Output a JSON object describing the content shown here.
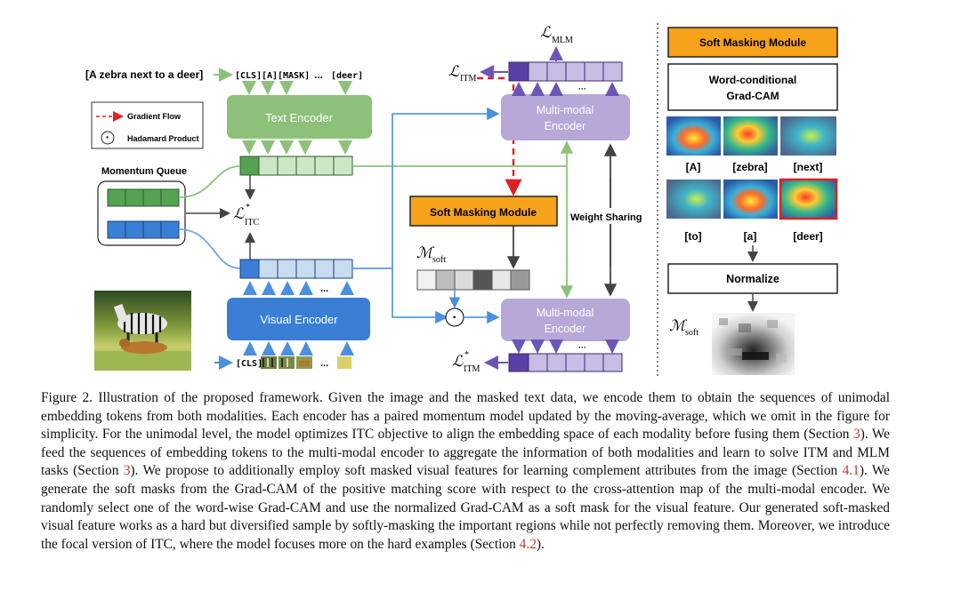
{
  "figure": {
    "input_text": "[A zebra next to a deer]",
    "text_tokens": [
      "[CLS]",
      "[A]",
      "[MASK]",
      "...",
      "[deer]"
    ],
    "text_encoder": "Text Encoder",
    "visual_encoder": "Visual Encoder",
    "legend": {
      "gradient_flow": "Gradient Flow",
      "hadamard_product": "Hadamard Product",
      "hadamard_symbol": "·"
    },
    "momentum_queue": "Momentum Queue",
    "loss_itc": {
      "base": "ℒ",
      "sup": "*",
      "sub": "ITC"
    },
    "loss_itm": {
      "base": "ℒ",
      "sub": "ITM"
    },
    "loss_itm_star": {
      "base": "ℒ",
      "sup": "*",
      "sub": "ITM"
    },
    "loss_mlm": {
      "base": "ℒ",
      "sub": "MLM"
    },
    "multimodal_encoder": [
      "Multi-modal",
      "Encoder"
    ],
    "soft_masking_module": "Soft Masking Module",
    "weight_sharing": "Weight Sharing",
    "m_soft": {
      "base": "ℳ",
      "sub": "soft"
    },
    "visual_cls": "[CLS]",
    "ellipsis": "...",
    "ellipsis_dots": "···",
    "hadamard_symbol_small": "·",
    "side_panel": {
      "title": "Soft Masking Module",
      "gradcam_title": [
        "Word-conditional",
        "Grad-CAM"
      ],
      "words_row1": [
        "[A]",
        "[zebra]",
        "[next]"
      ],
      "words_row2": [
        "[to]",
        "[a]",
        "[deer]"
      ],
      "normalize": "Normalize",
      "m_soft": {
        "base": "ℳ",
        "sub": "soft"
      }
    },
    "colors": {
      "green": "#8dc17b",
      "dark_green": "#56a152",
      "blue": "#3a7fd5",
      "light_blue": "#c8dcf0",
      "purple": "#b7a8d8",
      "dark_purple": "#5a3fa6",
      "orange": "#f7a21b",
      "red": "#e02020"
    }
  },
  "caption": {
    "p1": "Figure 2. Illustration of the proposed framework. Given the image and the masked text data, we encode them to obtain the sequences of unimodal embedding tokens from both modalities. Each encoder has a paired momentum model updated by the moving-average, which we omit in the figure for simplicity. For the unimodal level, the model optimizes ITC objective to align the embedding space of each modality before fusing them (Section ",
    "r1": "3",
    "p2": "). We feed the sequences of embedding tokens to the multi-modal encoder to aggregate the information of both modalities and learn to solve ITM and MLM tasks (Section ",
    "r2": "3",
    "p3": "). We propose to additionally employ soft masked visual features for learning complement attributes from the image (Section ",
    "r3": "4.1",
    "p4": "). We generate the soft masks from the Grad-CAM of the positive matching score with respect to the cross-attention map of the multi-modal encoder. We randomly select one of the word-wise Grad-CAM and use the normalized Grad-CAM as a soft mask for the visual feature. Our generated soft-masked visual feature works as a hard but diversified sample by softly-masking the important regions while not perfectly removing them. Moreover, we introduce the focal version of ITC, where the model focuses more on the hard examples (Section ",
    "r4": "4.2",
    "p5": ")."
  }
}
